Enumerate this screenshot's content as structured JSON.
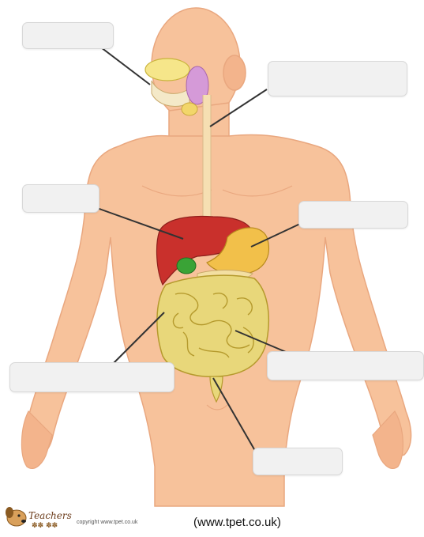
{
  "diagram": {
    "labels": [
      "",
      "",
      "",
      "",
      "",
      "",
      ""
    ]
  },
  "footer": {
    "brand": "Teachers",
    "copyright": "copyright www.tpet.co.uk",
    "source": "(www.tpet.co.uk)"
  },
  "colors": {
    "skin": "#f7c29b",
    "skin_shadow": "#e9a77f",
    "liver": "#c9302c",
    "stomach": "#f2c04a",
    "gallbladder": "#3aa336",
    "intestine": "#e8d77a",
    "intestine_outline": "#b59a2d",
    "pancreas": "#f3dfa2",
    "esophagus": "#f6dfb2",
    "salivary": "#d59ad8",
    "line": "#333333",
    "box": "#f1f1f1"
  }
}
